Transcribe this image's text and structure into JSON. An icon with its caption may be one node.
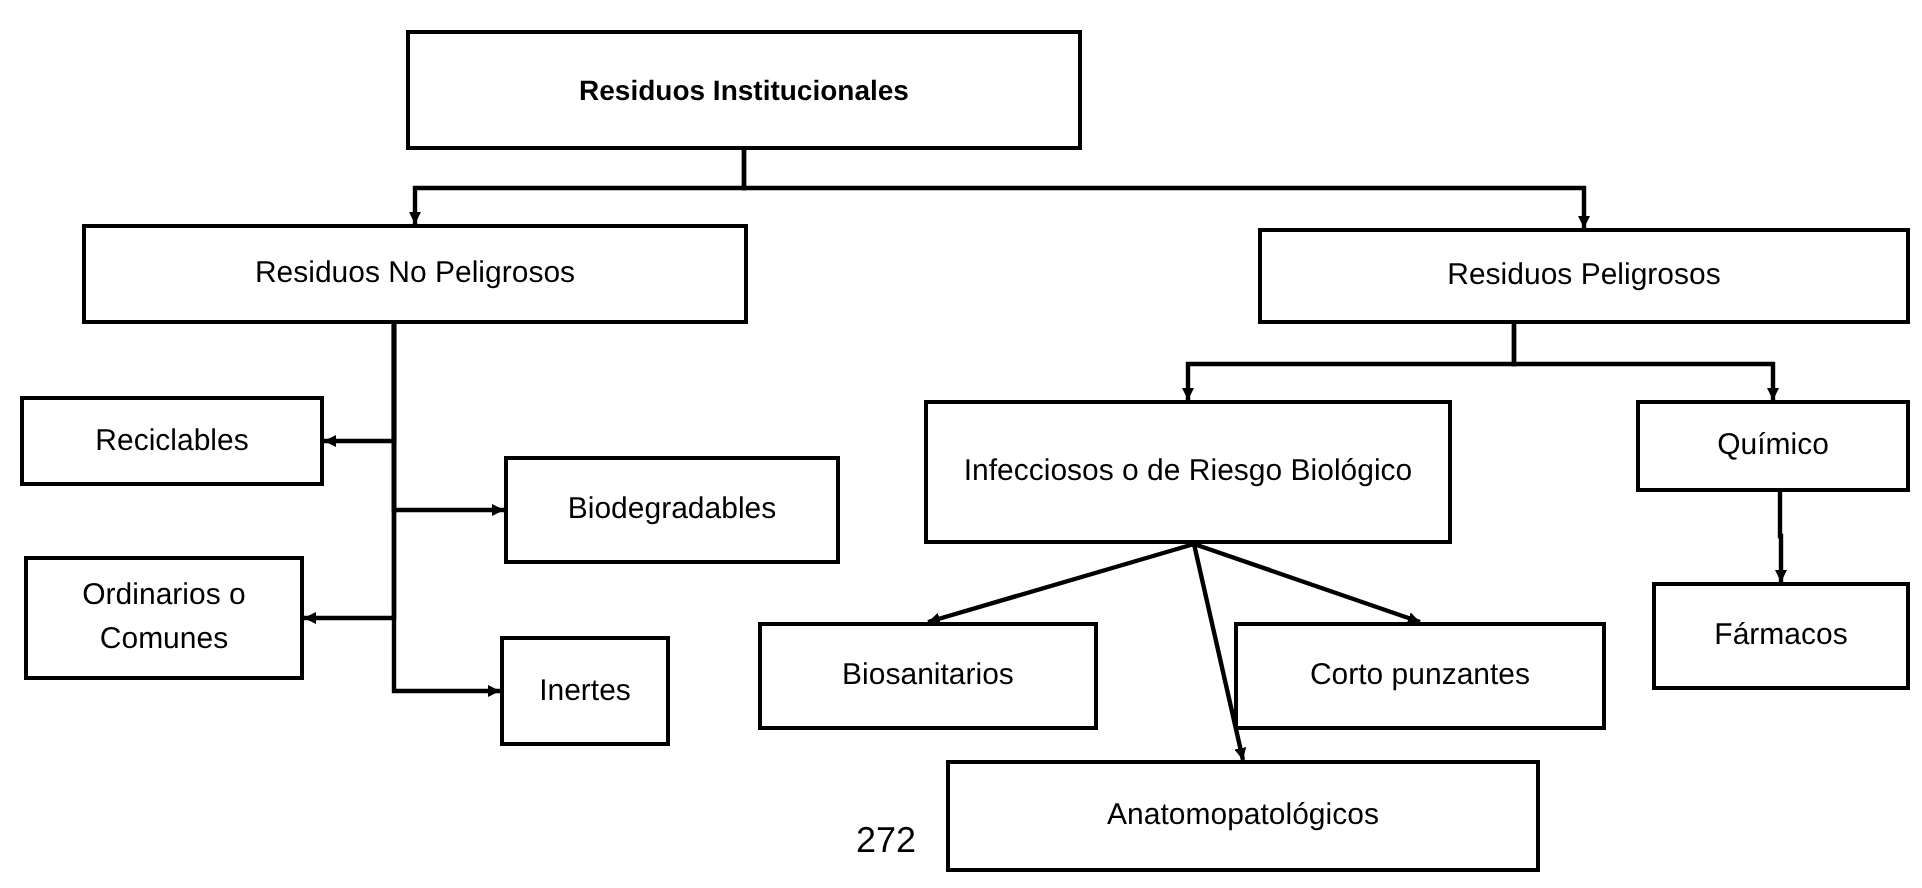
{
  "diagram": {
    "nodes": [
      {
        "text": [
          "Residuos Institucionales"
        ]
      },
      {
        "text": [
          "Residuos No Peligrosos"
        ]
      },
      {
        "text": [
          "Residuos Peligrosos"
        ]
      },
      {
        "text": [
          "Reciclables"
        ]
      },
      {
        "text": [
          "Biodegradables"
        ]
      },
      {
        "text": [
          "Ordinarios o Comunes"
        ]
      },
      {
        "text": [
          "Inertes"
        ]
      },
      {
        "text": [
          "Infecciosos o de Riesgo Biológico"
        ]
      },
      {
        "text": [
          "Químico"
        ]
      },
      {
        "text": [
          "Fármacos"
        ]
      },
      {
        "text": [
          "Biosanitarios"
        ]
      },
      {
        "text": [
          "Corto punzantes"
        ]
      },
      {
        "text": [
          "Anatomopatológicos"
        ]
      }
    ],
    "edges": [
      {
        "from": 0,
        "to": 1,
        "arrow": "to"
      },
      {
        "from": 0,
        "to": 2,
        "arrow": "to"
      },
      {
        "from": 1,
        "to": 3,
        "arrow": "to"
      },
      {
        "from": 1,
        "to": 4,
        "arrow": "to"
      },
      {
        "from": 1,
        "to": 5,
        "arrow": "to"
      },
      {
        "from": 1,
        "to": 6,
        "arrow": "to"
      },
      {
        "from": 2,
        "to": 7,
        "arrow": "to"
      },
      {
        "from": 2,
        "to": 8,
        "arrow": "to"
      },
      {
        "from": 8,
        "to": 9,
        "arrow": "to"
      },
      {
        "from": 7,
        "to": 10,
        "arrow": "to"
      },
      {
        "from": 7,
        "to": 11,
        "arrow": "to"
      },
      {
        "from": 7,
        "to": 12,
        "arrow": "to"
      }
    ],
    "labels": [
      "272"
    ]
  }
}
